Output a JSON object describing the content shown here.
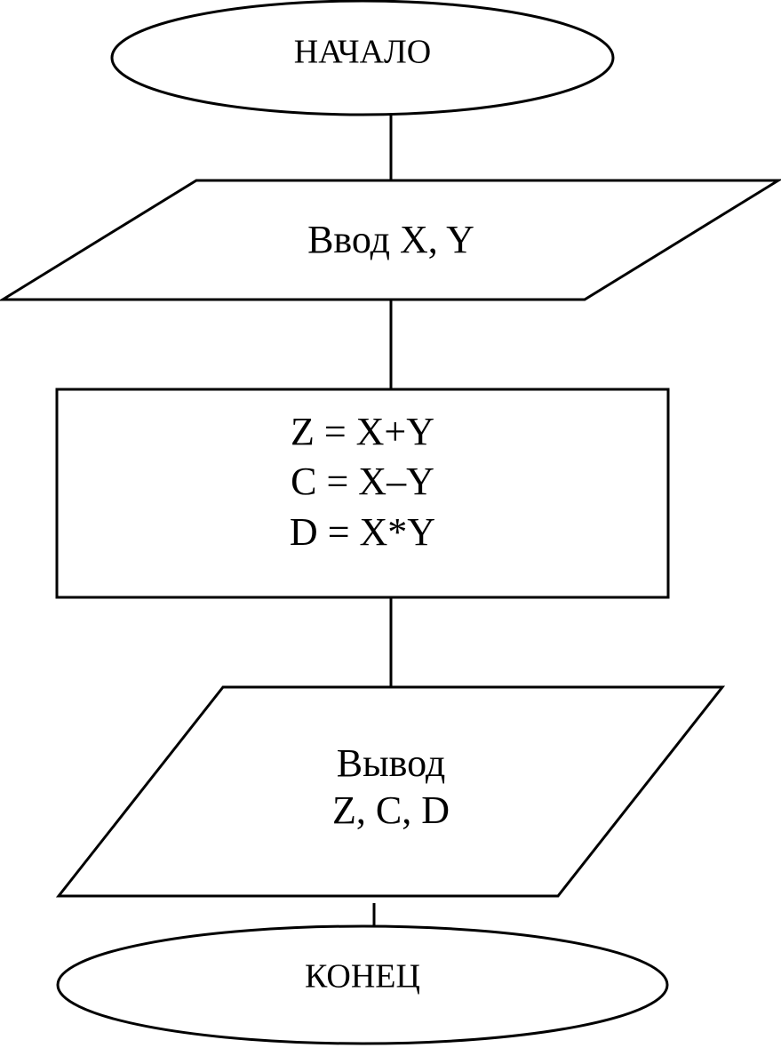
{
  "diagram": {
    "start": {
      "label": "НАЧАЛО"
    },
    "input": {
      "label": "Ввод X, Y"
    },
    "process": {
      "lines": [
        "Z = X+Y",
        "C = X–Y",
        "D = X*Y"
      ]
    },
    "output": {
      "lines": [
        "Вывод",
        "Z, C, D"
      ]
    },
    "end": {
      "label": "КОНЕЦ"
    }
  }
}
